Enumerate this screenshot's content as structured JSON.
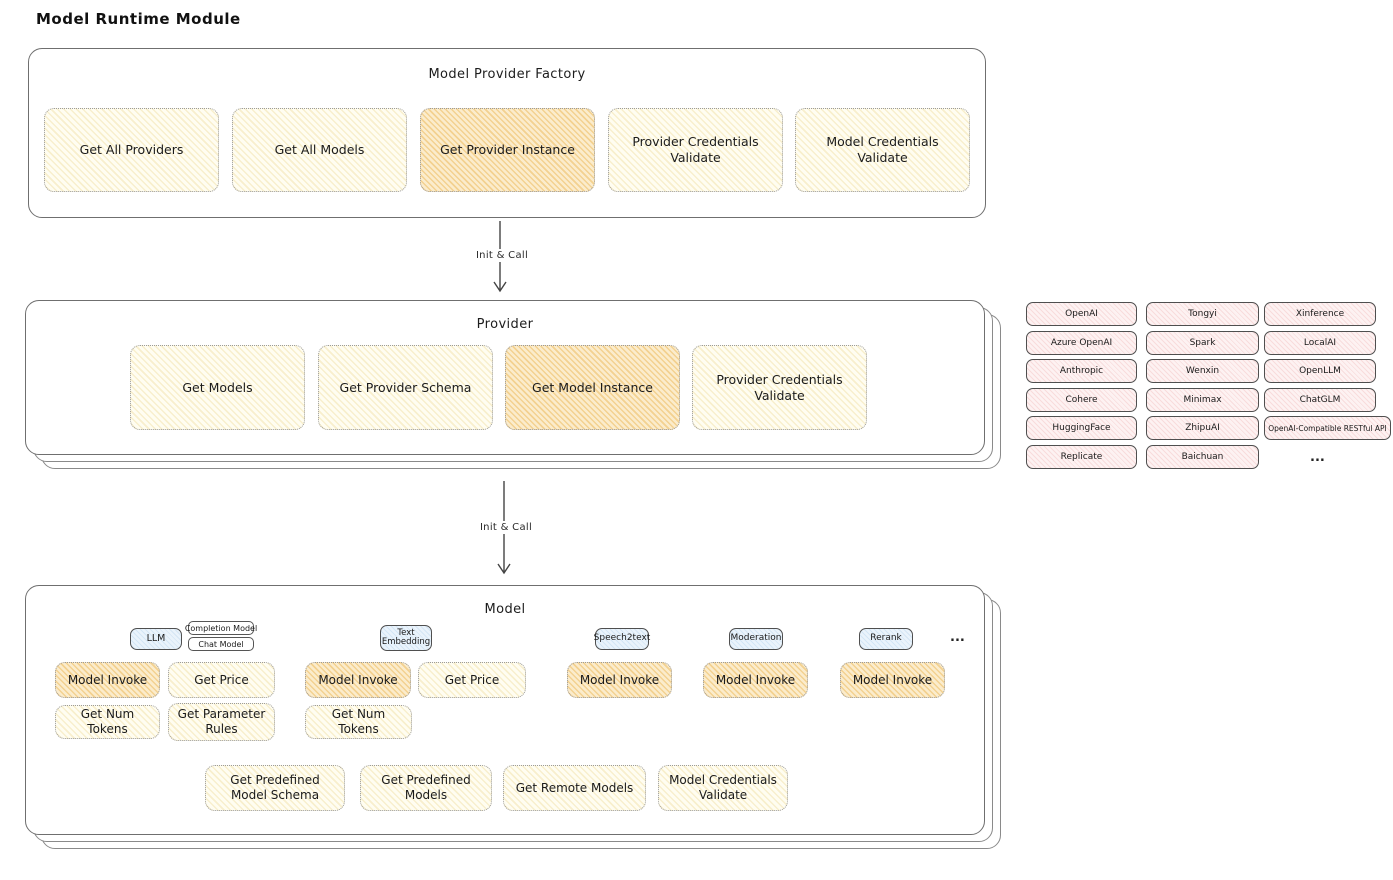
{
  "title": "Model Runtime Module",
  "factory": {
    "title": "Model Provider Factory",
    "items": [
      {
        "label": "Get All Providers",
        "highlighted": false
      },
      {
        "label": "Get All Models",
        "highlighted": false
      },
      {
        "label": "Get Provider Instance",
        "highlighted": true
      },
      {
        "label": "Provider Credentials Validate",
        "highlighted": false
      },
      {
        "label": "Model Credentials Validate",
        "highlighted": false
      }
    ]
  },
  "arrow1": {
    "label": "Init & Call"
  },
  "arrow2": {
    "label": "Init & Call"
  },
  "provider": {
    "title": "Provider",
    "items": [
      {
        "label": "Get Models",
        "highlighted": false
      },
      {
        "label": "Get Provider Schema",
        "highlighted": false
      },
      {
        "label": "Get Model Instance",
        "highlighted": true
      },
      {
        "label": "Provider Credentials Validate",
        "highlighted": false
      }
    ]
  },
  "providers_grid": {
    "items": [
      "OpenAI",
      "Tongyi",
      "Xinference",
      "Azure OpenAI",
      "Spark",
      "LocalAI",
      "Anthropic",
      "Wenxin",
      "OpenLLM",
      "Cohere",
      "Minimax",
      "ChatGLM",
      "HuggingFace",
      "ZhipuAI",
      "OpenAI-Compatible RESTful API",
      "Replicate",
      "Baichuan"
    ],
    "more": "..."
  },
  "model": {
    "title": "Model",
    "type_tabs": [
      {
        "label": "LLM"
      },
      {
        "label": "Text Embedding"
      },
      {
        "label": "Speech2text"
      },
      {
        "label": "Moderation"
      },
      {
        "label": "Rerank"
      }
    ],
    "llm_subtabs": [
      {
        "label": "Completion Model"
      },
      {
        "label": "Chat Model"
      }
    ],
    "more": "...",
    "ops": {
      "model_invoke": "Model Invoke",
      "get_price": "Get Price",
      "get_num_tokens": "Get Num Tokens",
      "get_parameter_rules": "Get Parameter Rules"
    },
    "bottom_items": [
      {
        "label": "Get Predefined Model Schema"
      },
      {
        "label": "Get Predefined Models"
      },
      {
        "label": "Get Remote Models"
      },
      {
        "label": "Model Credentials Validate"
      }
    ]
  },
  "colors": {
    "yellow_light": "#fdf8e4",
    "yellow_highlight": "#f6d79b",
    "pink": "#fbecec",
    "blue": "#e3eef9"
  }
}
